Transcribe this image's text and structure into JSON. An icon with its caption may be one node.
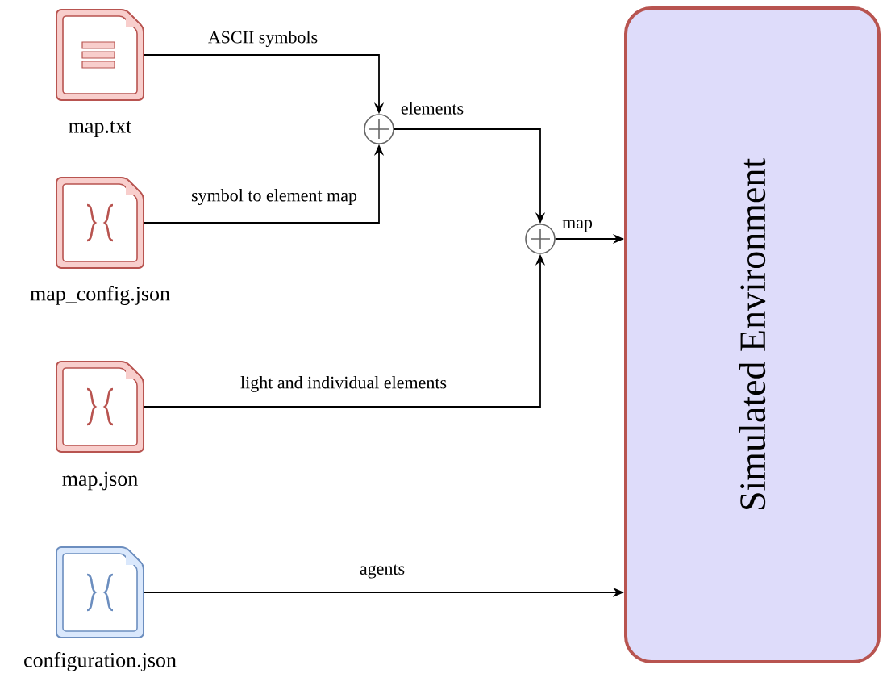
{
  "diagram": {
    "nodes": [
      {
        "text": [
          "map.txt"
        ]
      },
      {
        "text": [
          "map_config.json"
        ]
      },
      {
        "text": [
          "map.json"
        ]
      },
      {
        "text": [
          "configuration.json"
        ]
      },
      {
        "text": [],
        "shape": "circle"
      },
      {
        "text": [],
        "shape": "circle"
      },
      {
        "text": [
          "Simulated Environment"
        ]
      }
    ],
    "edges": [
      {
        "from": 0,
        "to": 4,
        "arrow": "to",
        "label": "ASCII symbols"
      },
      {
        "from": 1,
        "to": 4,
        "arrow": "to",
        "label": "symbol to element map"
      },
      {
        "from": 4,
        "to": 5,
        "arrow": "to",
        "label": "elements"
      },
      {
        "from": 2,
        "to": 5,
        "arrow": "to",
        "label": "light and individual elements"
      },
      {
        "from": 5,
        "to": 6,
        "arrow": "to",
        "label": "map"
      },
      {
        "from": 3,
        "to": 6,
        "arrow": "to",
        "label": "agents"
      }
    ]
  }
}
